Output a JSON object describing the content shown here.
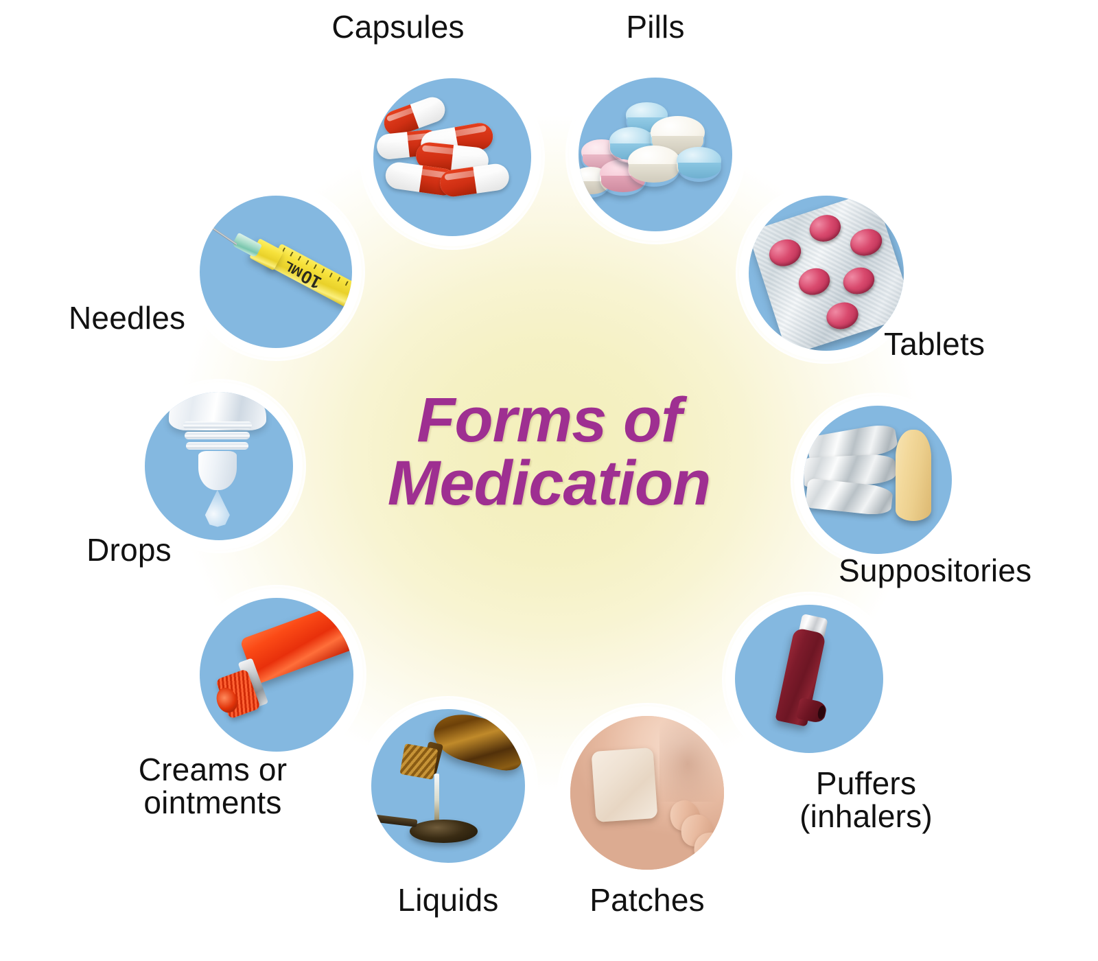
{
  "title": {
    "line1": "Forms of",
    "line2": "Medication",
    "color": "#9e2f91"
  },
  "theme": {
    "background_center": "#f3efb9",
    "background_edge": "#ffffff",
    "bubble_fill": "#84b8e0",
    "bubble_ring": "#ffffff",
    "label_color": "#111111"
  },
  "items": [
    {
      "id": "capsules",
      "label": "Capsules",
      "icon": "capsules-icon"
    },
    {
      "id": "pills",
      "label": "Pills",
      "icon": "pills-icon"
    },
    {
      "id": "tablets",
      "label": "Tablets",
      "icon": "blister-pack-icon"
    },
    {
      "id": "suppositories",
      "label": "Suppositories",
      "icon": "suppository-icon"
    },
    {
      "id": "puffers",
      "label": "Puffers\n(inhalers)",
      "icon": "inhaler-icon"
    },
    {
      "id": "patches",
      "label": "Patches",
      "icon": "skin-patch-icon"
    },
    {
      "id": "liquids",
      "label": "Liquids",
      "icon": "syrup-bottle-spoon-icon"
    },
    {
      "id": "creams",
      "label": "Creams or\nointments",
      "icon": "cream-tube-icon"
    },
    {
      "id": "drops",
      "label": "Drops",
      "icon": "dropper-bottle-icon"
    },
    {
      "id": "needles",
      "label": "Needles",
      "icon": "syringe-icon"
    }
  ],
  "syringe_markings": {
    "volume": "10",
    "unit": "ML"
  }
}
